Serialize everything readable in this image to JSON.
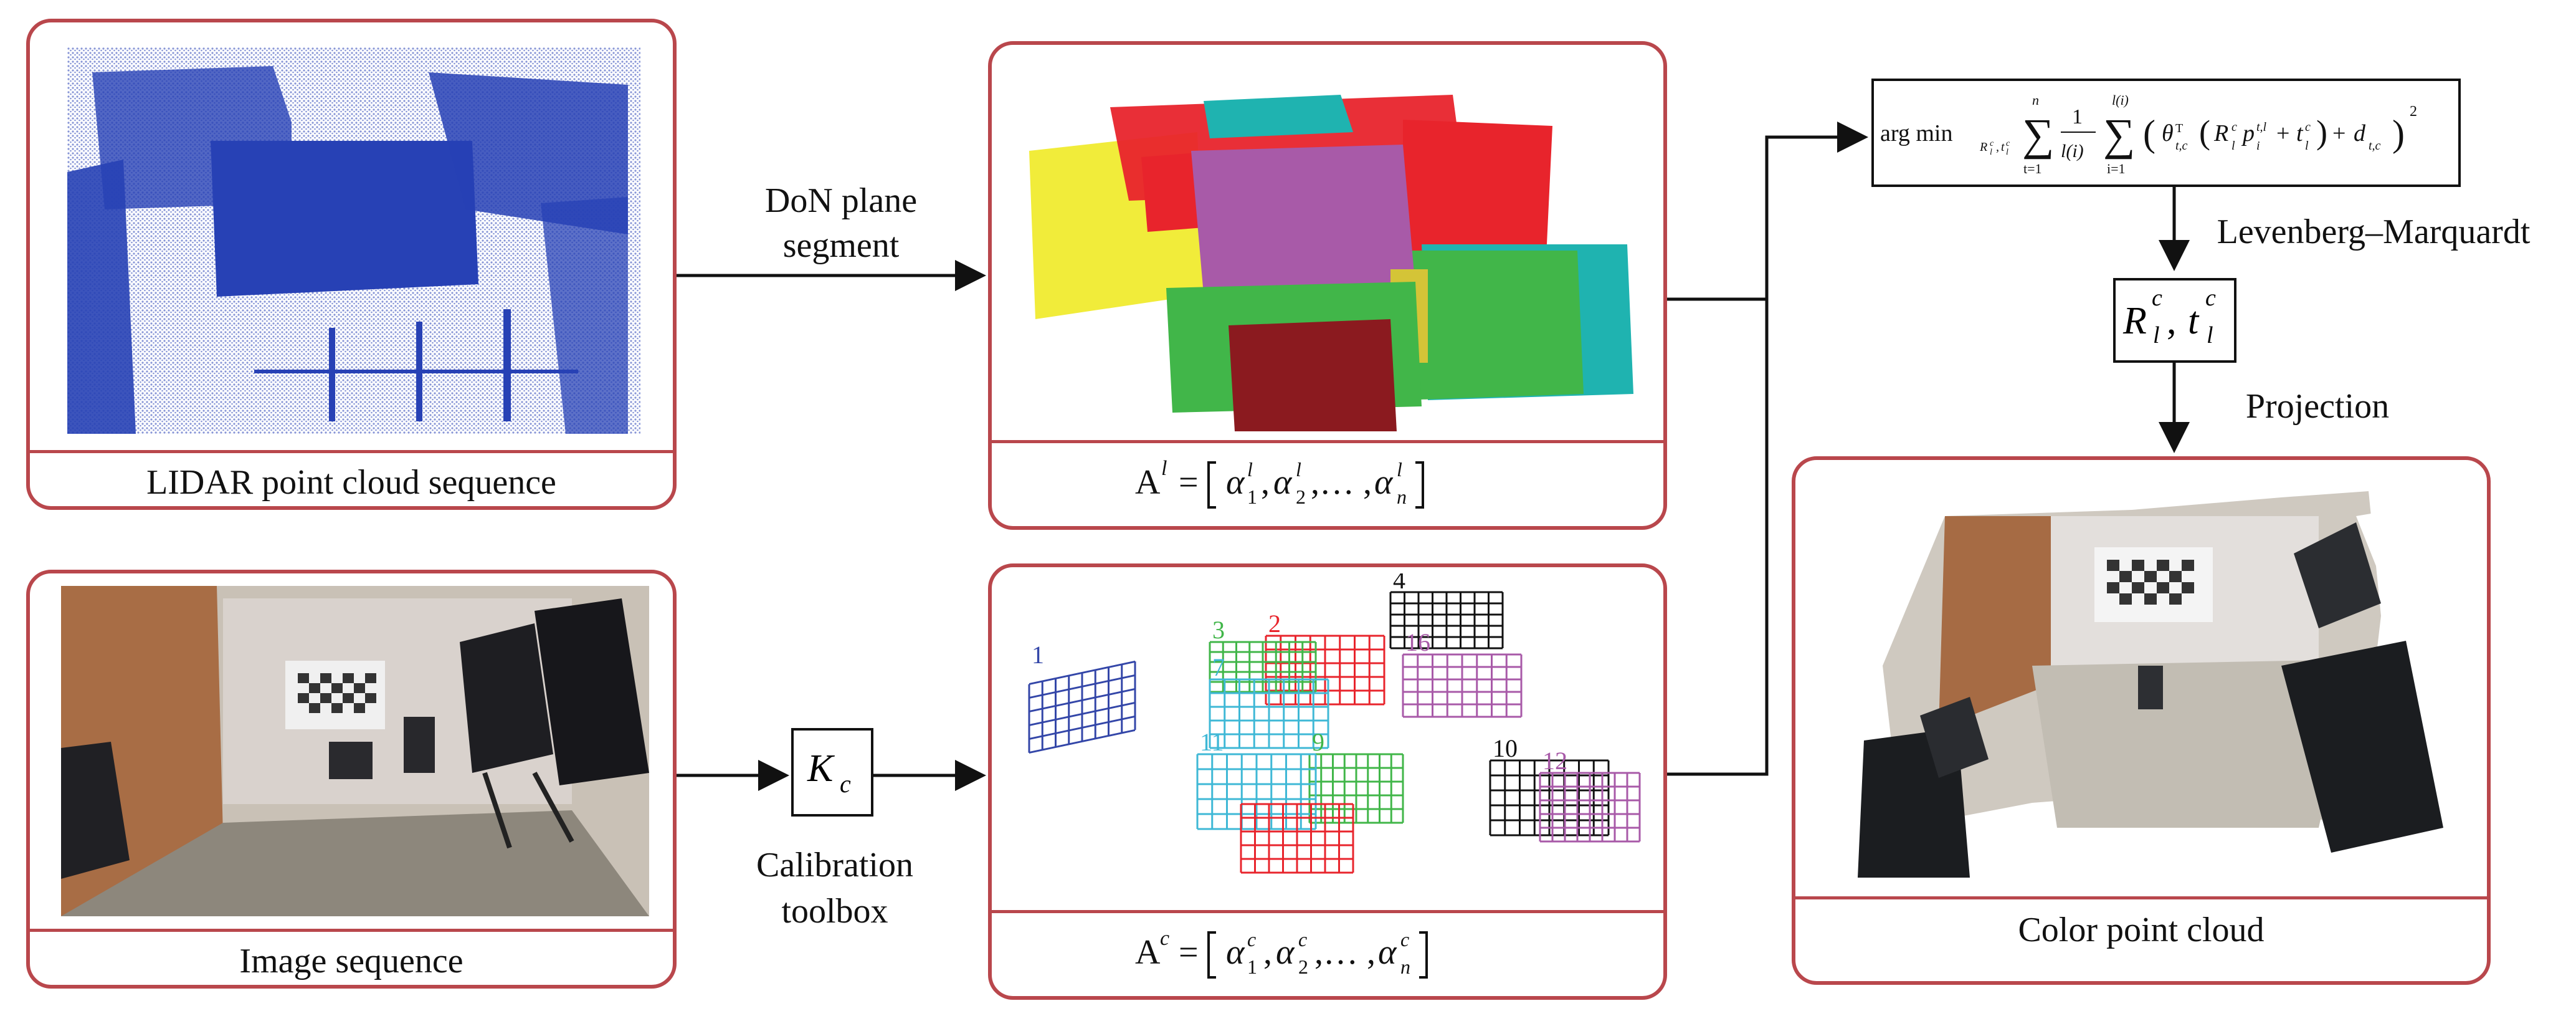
{
  "panels": {
    "lidar": {
      "caption": "LIDAR point cloud sequence"
    },
    "image": {
      "caption": "Image sequence"
    },
    "planes": {
      "caption": "A<sup>l</sup> = [ α₁<sup>l</sup>, α₂<sup>l</sup>, … , αₙ<sup>l</sup> ]"
    },
    "boards": {
      "caption": "A<sup>c</sup> = [ α₁<sup>c</sup>, α₂<sup>c</sup>, … , αₙ<sup>c</sup> ]",
      "board_numbers": [
        "1",
        "2",
        "3",
        "4",
        "7",
        "9",
        "10",
        "11",
        "12",
        "16"
      ]
    },
    "color": {
      "caption": "Color point cloud"
    }
  },
  "arrow_labels": {
    "don_line1": "DoN plane",
    "don_line2": "segment",
    "calib_line1": "Calibration",
    "calib_line2": "toolbox",
    "lm": "Levenberg–Marquardt",
    "projection": "Projection"
  },
  "boxes": {
    "kc_main": "K",
    "kc_sub": "c",
    "r_main": "R",
    "r_sup": "c",
    "r_sub": "l",
    "t_main": "t",
    "t_sup": "c",
    "t_sub": "l",
    "argmin": "arg min"
  },
  "colors": {
    "panel_border": "#b9474c",
    "lidar_blue": "#2741b5",
    "plane_yellow": "#f1ec3a",
    "plane_purple": "#a85aa8",
    "plane_red": "#e8242c",
    "plane_green": "#41b649",
    "plane_darkred": "#8b1a1f",
    "plane_cyan": "#1fb3b0"
  }
}
